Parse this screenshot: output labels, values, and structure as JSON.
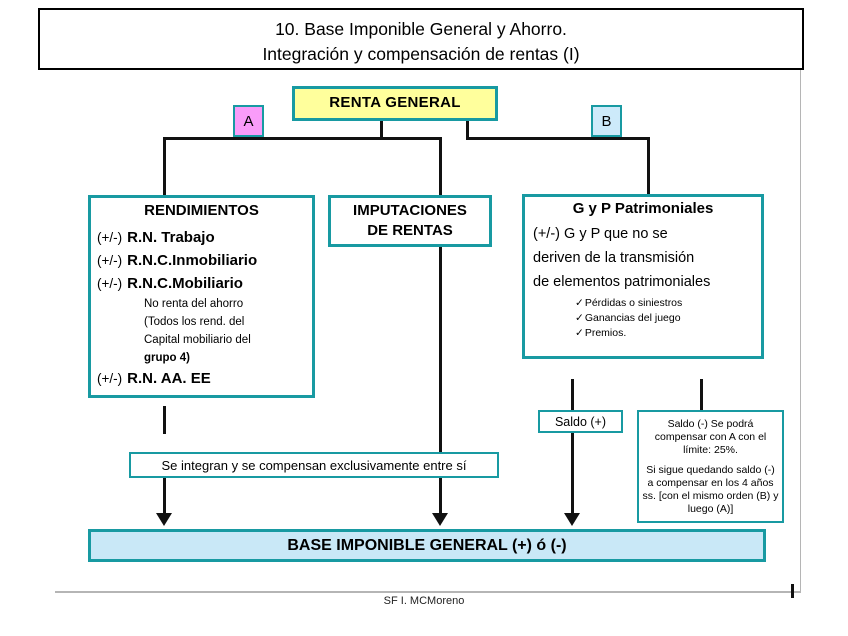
{
  "slide": {
    "title_line1": "10. Base Imponible General y Ahorro.",
    "title_line2": "Integración y compensación de rentas (I)",
    "footer": "SF I. MCMoreno"
  },
  "root_box": {
    "label": "RENTA GENERAL"
  },
  "branch_labels": {
    "a": "A",
    "b": "B"
  },
  "rendimientos": {
    "title": "RENDIMIENTOS",
    "items": [
      {
        "prefix": "(+/-)",
        "label": "R.N. Trabajo"
      },
      {
        "prefix": "(+/-)",
        "label": "R.N.C.Inmobiliario"
      },
      {
        "prefix": "(+/-)",
        "label": "R.N.C.Mobiliario"
      }
    ],
    "note_lines": [
      "No renta del ahorro",
      "(Todos los rend. del",
      "Capital mobiliario del"
    ],
    "note_bold_line": "grupo 4)",
    "last_item": {
      "prefix": "(+/-)",
      "label": "R.N. AA. EE"
    }
  },
  "imputaciones": {
    "title_line1": "IMPUTACIONES",
    "title_line2": "DE RENTAS"
  },
  "patrimoniales": {
    "title": "G y P Patrimoniales",
    "body_lines": [
      "(+/-) G y P que no se",
      "deriven de la transmisión",
      "de elementos patrimoniales"
    ],
    "check_glyph": "✓",
    "checklist": [
      "Pérdidas o siniestros",
      "Ganancias del juego",
      "Premios."
    ]
  },
  "saldo_plus": {
    "label": "Saldo (+)"
  },
  "saldo_minus": {
    "para1": "Saldo (-) Se podrá compensar con A con el límite: 25%.",
    "para2": "Si sigue quedando saldo (-) a compensar en los 4 años ss. [con el mismo orden (B) y luego (A)]"
  },
  "integration_note": {
    "label": "Se integran y se compensan exclusivamente entre sí"
  },
  "result_bar": {
    "label": "BASE IMPONIBLE GENERAL (+) ó (-)"
  },
  "colors": {
    "teal": "#189aa2",
    "yellow": "#ffff9c",
    "pink": "#f99cf9",
    "light_blue": "#cdeafa",
    "bar_blue": "#c9e8f7",
    "line_black": "#111111"
  }
}
